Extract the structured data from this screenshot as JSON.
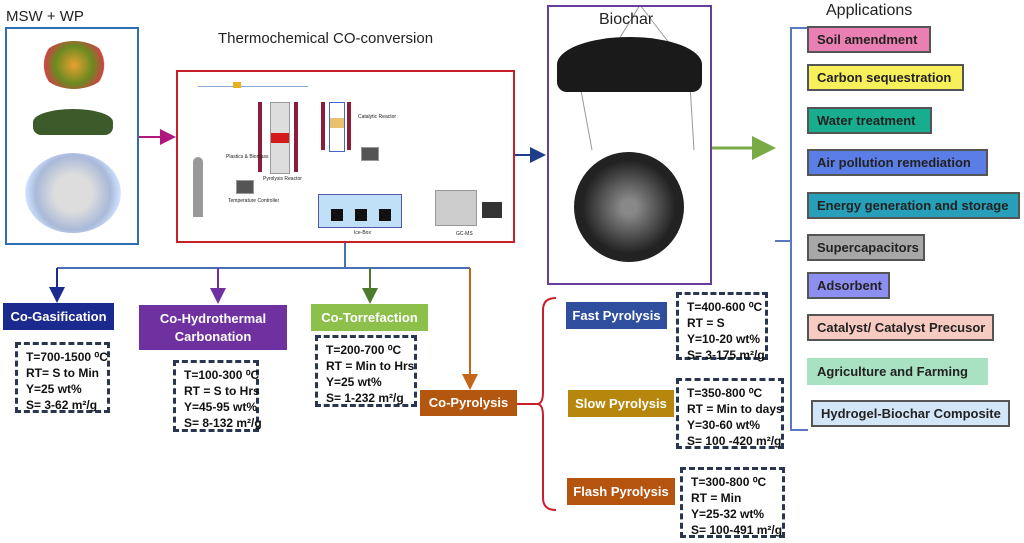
{
  "feedstock": {
    "title": "MSW + WP"
  },
  "process": {
    "title": "Thermochemical CO-conversion",
    "labels": {
      "catalytic_reactor": "Catalytic Reactor",
      "plastics_biomass": "Plastics & Biomass",
      "pyrolysis_reactor": "Pyrolysis Reactor",
      "temperature_controller": "Temperature Controller",
      "ice_box": "Ice-Box",
      "gcms": "GC-MS"
    }
  },
  "biochar": {
    "title": "Biochar"
  },
  "applications": {
    "title": "Applications",
    "items": [
      {
        "label": "Soil amendment",
        "color": "#e97fb3"
      },
      {
        "label": "Carbon sequestration",
        "color": "#f7f05a"
      },
      {
        "label": "Water treatment",
        "color": "#17ad8e"
      },
      {
        "label": "Air pollution remediation",
        "color": "#5b7de6"
      },
      {
        "label": "Energy generation and storage",
        "color": "#279fb8"
      },
      {
        "label": "Supercapacitors",
        "color": "#a7a7a7"
      },
      {
        "label": "Adsorbent",
        "color": "#8d8ff0"
      },
      {
        "label": "Catalyst/ Catalyst Precusor",
        "color": "#f8cbc2"
      },
      {
        "label": "Agriculture and Farming",
        "color": "#a9e2c3"
      },
      {
        "label": "Hydrogel-Biochar Composite",
        "color": "#d3e6f8"
      }
    ]
  },
  "methods": [
    {
      "label": "Co-Gasification",
      "color": "#1b2a8e",
      "params": [
        "T=700-1500 ⁰C",
        "RT= S to Min",
        "Y=25 wt%",
        "S= 3-62 m²/g"
      ]
    },
    {
      "label": "Co-Hydrothermal Carbonation",
      "color": "#7031a0",
      "params": [
        "T=100-300 ⁰C",
        "RT = S to Hrs",
        "Y=45-95 wt%",
        "S= 8-132 m²/g"
      ]
    },
    {
      "label": "Co-Torrefaction",
      "color": "#8dc04b",
      "params": [
        "T=200-700 ⁰C",
        "RT = Min to Hrs",
        "Y=25 wt%",
        "S= 1-232 m²/g"
      ]
    },
    {
      "label": "Co-Pyrolysis",
      "color": "#b3560f"
    }
  ],
  "pyrolysis_types": [
    {
      "label": "Fast Pyrolysis",
      "color": "#2f4f9e",
      "params": [
        "T=400-600 ⁰C",
        "RT = S",
        "Y=10-20 wt%",
        "S= 3-175 m²/g"
      ]
    },
    {
      "label": "Slow Pyrolysis",
      "color": "#b6870c",
      "params": [
        "T=350-800 ⁰C",
        "RT = Min to days",
        "Y=30-60 wt%",
        "S= 100 -420 m²/g"
      ]
    },
    {
      "label": "Flash Pyrolysis",
      "color": "#b5540f",
      "params": [
        "T=300-800 ⁰C",
        "RT = Min",
        "Y=25-32 wt%",
        "S= 100-491 m²/g"
      ]
    }
  ]
}
